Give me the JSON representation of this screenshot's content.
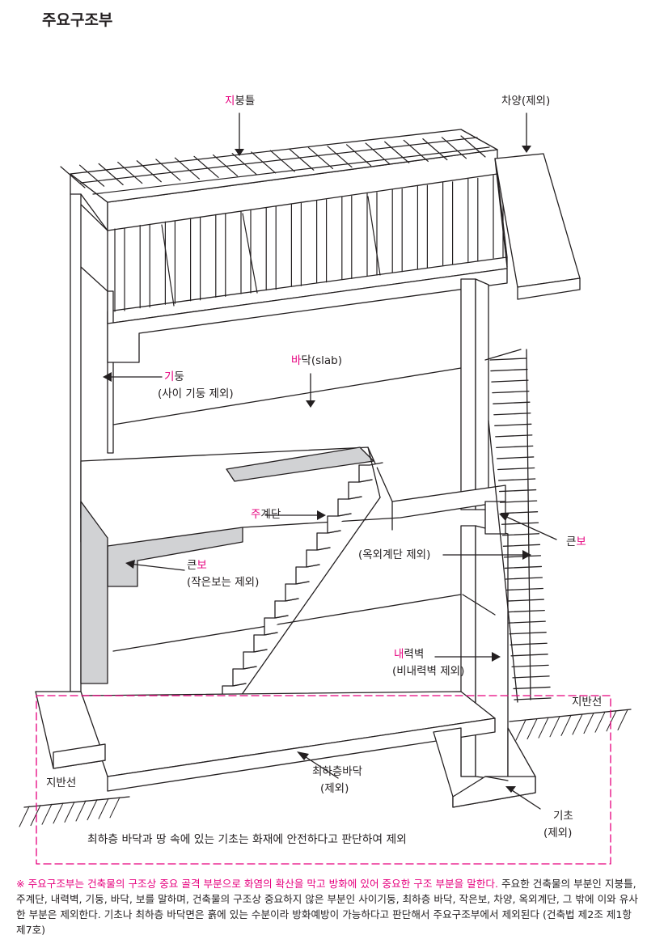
{
  "title": "주요구조부",
  "labels": {
    "roof": {
      "accent": "지",
      "rest": "붕틀"
    },
    "eaves": "차양(제외)",
    "column": {
      "accent": "기",
      "rest": "둥",
      "sub": "(사이 기둥 제외)"
    },
    "floor": {
      "accent": "바",
      "rest": "닥(slab)"
    },
    "stair": {
      "accent": "주",
      "rest": "계단"
    },
    "big_beam_left": {
      "lead": "큰",
      "accent": "보",
      "sub": "(작은보는 제외)"
    },
    "big_beam_right": {
      "lead": "큰",
      "accent": "보"
    },
    "outdoor_stair": "(옥외계단 제외)",
    "bearing_wall": {
      "accent": "내",
      "rest": "력벽",
      "sub": "(비내력벽 제외)"
    },
    "ground_left": "지반선",
    "ground_right": "지반선",
    "lowest_floor": {
      "line1": "최하층바닥",
      "line2": "(제외)"
    },
    "foundation": {
      "line1": "기초",
      "line2": "(제외)"
    },
    "box_caption": "최하층 바닥과 땅 속에 있는 기초는 화재에 안전하다고 판단하여 제외"
  },
  "footnote": {
    "mark": "※",
    "emphasis": "주요구조부는 건축물의 구조상 중요 골격 부분으로 화염의 확산을 막고 방화에 있어 중요한 구조 부분을 말한다.",
    "body": " 주요한 건축물의 부분인 지붕틀, 주계단, 내력벽, 기둥, 바닥, 보를 말하며, 건축물의 구조상 중요하지 않은 부분인 사이기둥, 최하층 바닥, 작은보, 차양, 옥외계단, 그 밖에 이와 유사한 부분은 제외한다. 기초나 최하층 바닥면은 흙에 있는 수분이라 방화예방이 가능하다고 판단해서 주요구조부에서 제외된다 (건축법 제2조 제1항 제7호)"
  },
  "colors": {
    "accent": "#e6007e",
    "line": "#231f20",
    "shade": "#d1d2d4",
    "dash": "#e6007e"
  }
}
